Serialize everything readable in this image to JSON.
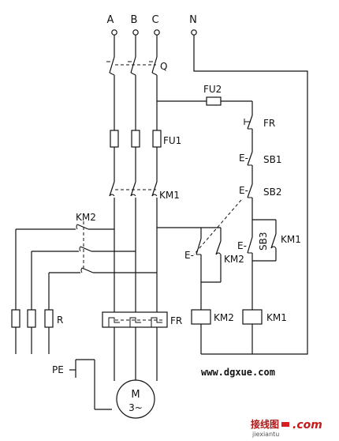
{
  "diagram": {
    "phase_labels": [
      "A",
      "B",
      "C"
    ],
    "neutral_label": "N",
    "switch_label": "Q",
    "fuse_main_label": "FU1",
    "fuse_ctrl_label": "FU2",
    "thermal_contact_label": "FR",
    "stop_button_label": "SB1",
    "start_button_sb2_label": "SB2",
    "start_button_sb3_label": "SB3",
    "km1_main_label": "KM1",
    "km2_main_label": "KM2",
    "km1_aux_label": "KM1",
    "km2_aux_label": "KM2",
    "resistor_label": "R",
    "thermal_relay_label": "FR",
    "coil_km2_label": "KM2",
    "coil_km1_label": "KM1",
    "ground_label": "PE",
    "motor_label": "M",
    "motor_phase_label": "3~",
    "button_mark": "E-"
  },
  "watermark": {
    "site_url": "www.dgxue.com",
    "logo_text": "接线图",
    "logo_suffix": ".com",
    "logo_sub": "jiexiantu"
  }
}
